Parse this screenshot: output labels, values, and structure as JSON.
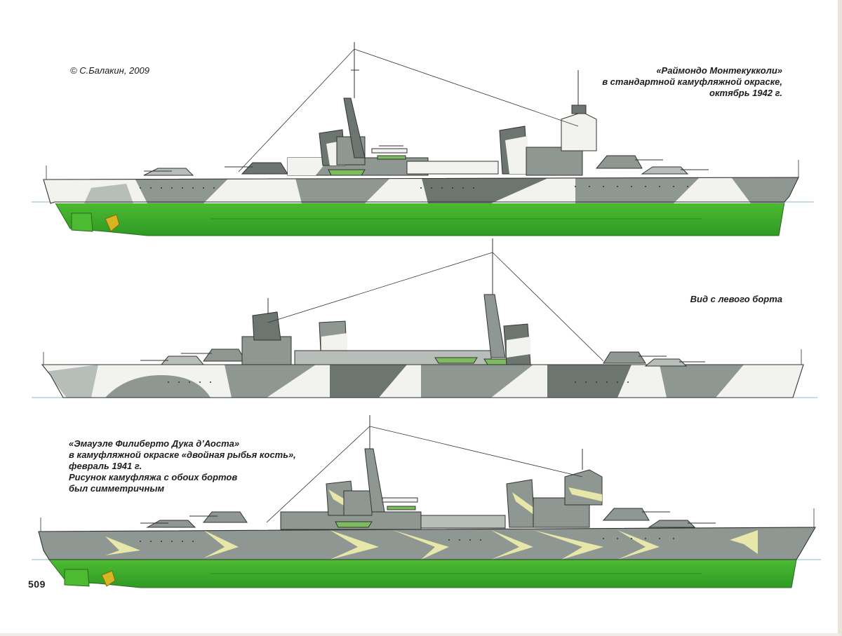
{
  "copyright": "© С.Балакин, 2009",
  "captions": {
    "top": [
      "«Раймондо Монтекукколи»",
      "в стандартной камуфляжной окраске,",
      "октябрь 1942 г."
    ],
    "middle": [
      "Вид с левого борта"
    ],
    "bottom": [
      "«Эмауэле Филиберто Дука д’Аоста»",
      "в камуфляжной окраске «двойная рыбья кость»,",
      "февраль 1941 г.",
      "Рисунок камуфляжа с обоих бортов",
      "был симметричным"
    ]
  },
  "page_number": "509",
  "colors": {
    "hull_green": "#3fae2a",
    "camo_light": "#f2f2ee",
    "camo_grey": "#8f9792",
    "camo_dark": "#6d7570",
    "camo_yellow": "#e6e7a8",
    "boat_green": "#7dbb5f",
    "waterline": "#9fc6d6",
    "propeller": "#d7b521"
  }
}
